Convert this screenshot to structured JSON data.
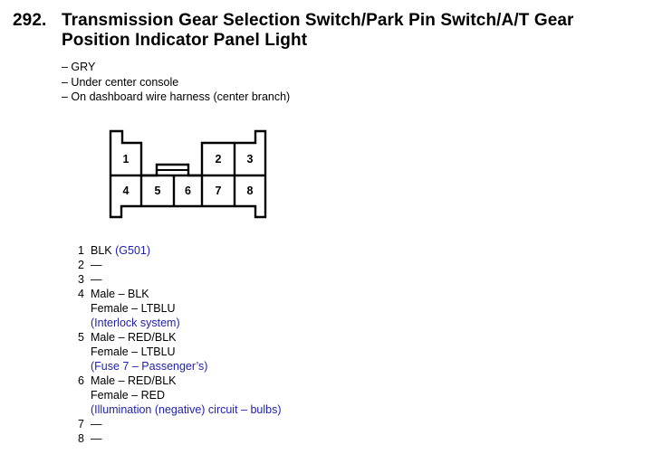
{
  "colors": {
    "ink": "#000000",
    "annotation_blue": "#2222AA",
    "background": "#FFFFFF"
  },
  "header": {
    "item_number": "292.",
    "title_lines": [
      "Transmission Gear Selection Switch/Park Pin Switch/A/T Gear",
      "Position Indicator Panel Light"
    ]
  },
  "notes": [
    "– GRY",
    "– Under center console",
    "– On dashboard wire harness (center branch)"
  ],
  "connector": {
    "pins": [
      "1",
      "2",
      "3",
      "4",
      "5",
      "6",
      "7",
      "8"
    ]
  },
  "pin_list": [
    {
      "pin": "1",
      "segments": [
        {
          "text": "BLK ",
          "blue": false
        },
        {
          "text": "(G501)",
          "blue": true
        }
      ]
    },
    {
      "pin": "2",
      "segments": [
        {
          "text": "—",
          "blue": false
        }
      ]
    },
    {
      "pin": "3",
      "segments": [
        {
          "text": "—",
          "blue": false
        }
      ]
    },
    {
      "pin": "4",
      "segments": [
        {
          "text": "Male – BLK",
          "blue": false
        }
      ]
    },
    {
      "pin": "",
      "segments": [
        {
          "text": "Female – LTBLU",
          "blue": false
        }
      ]
    },
    {
      "pin": "",
      "segments": [
        {
          "text": "(Interlock system)",
          "blue": true
        }
      ]
    },
    {
      "pin": "5",
      "segments": [
        {
          "text": "Male – RED/BLK",
          "blue": false
        }
      ]
    },
    {
      "pin": "",
      "segments": [
        {
          "text": "Female – LTBLU",
          "blue": false
        }
      ]
    },
    {
      "pin": "",
      "segments": [
        {
          "text": "(Fuse 7 – Passenger’s)",
          "blue": true
        }
      ]
    },
    {
      "pin": "6",
      "segments": [
        {
          "text": "Male – RED/BLK",
          "blue": false
        }
      ]
    },
    {
      "pin": "",
      "segments": [
        {
          "text": "Female – RED",
          "blue": false
        }
      ]
    },
    {
      "pin": "",
      "segments": [
        {
          "text": "(Illumination (negative) circuit – bulbs)",
          "blue": true
        }
      ]
    },
    {
      "pin": "7",
      "segments": [
        {
          "text": "—",
          "blue": false
        }
      ]
    },
    {
      "pin": "8",
      "segments": [
        {
          "text": "—",
          "blue": false
        }
      ]
    }
  ]
}
